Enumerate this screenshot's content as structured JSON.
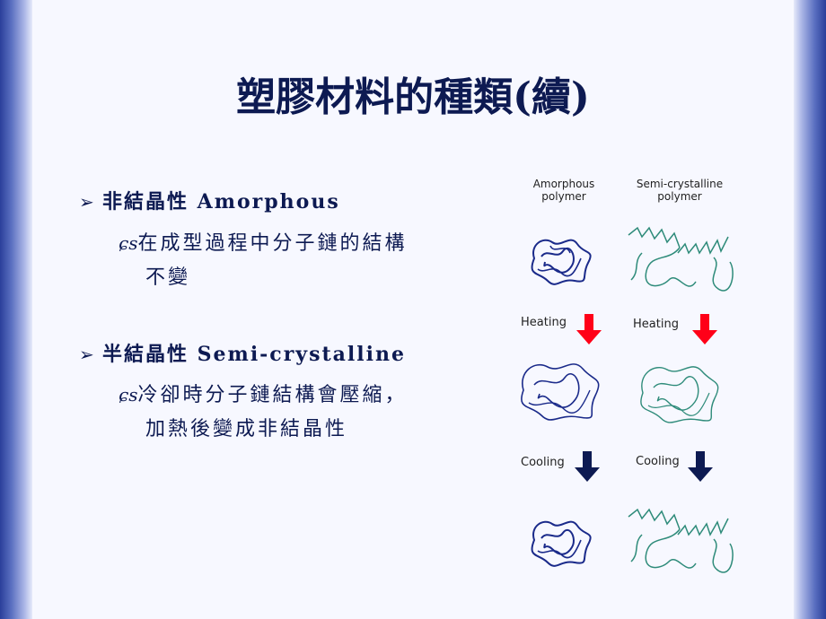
{
  "title": "塑膠材料的種類(續)",
  "bullets": [
    {
      "marker": "➢",
      "label": "非結晶性 Amorphous",
      "sub": {
        "marker": "ɕs",
        "line1": "在成型過程中分子鏈的結構",
        "line2": "不變"
      }
    },
    {
      "marker": "➢",
      "label": "半結晶性 Semi-crystalline",
      "sub": {
        "marker": "ɕs",
        "line1": "冷卻時分子鏈結構會壓縮，",
        "line2": "加熱後變成非結晶性"
      }
    }
  ],
  "figure": {
    "amorphous_label": [
      "Amorphous",
      "polymer"
    ],
    "semi_label": [
      "Semi-crystalline",
      "polymer"
    ],
    "heating": "Heating",
    "cooling": "Cooling",
    "colors": {
      "heating_arrow": "#ff0000",
      "cooling_arrow": "#0d1a52",
      "amorphous": "#1a2a8a",
      "semi": "#2e8b7a"
    }
  }
}
